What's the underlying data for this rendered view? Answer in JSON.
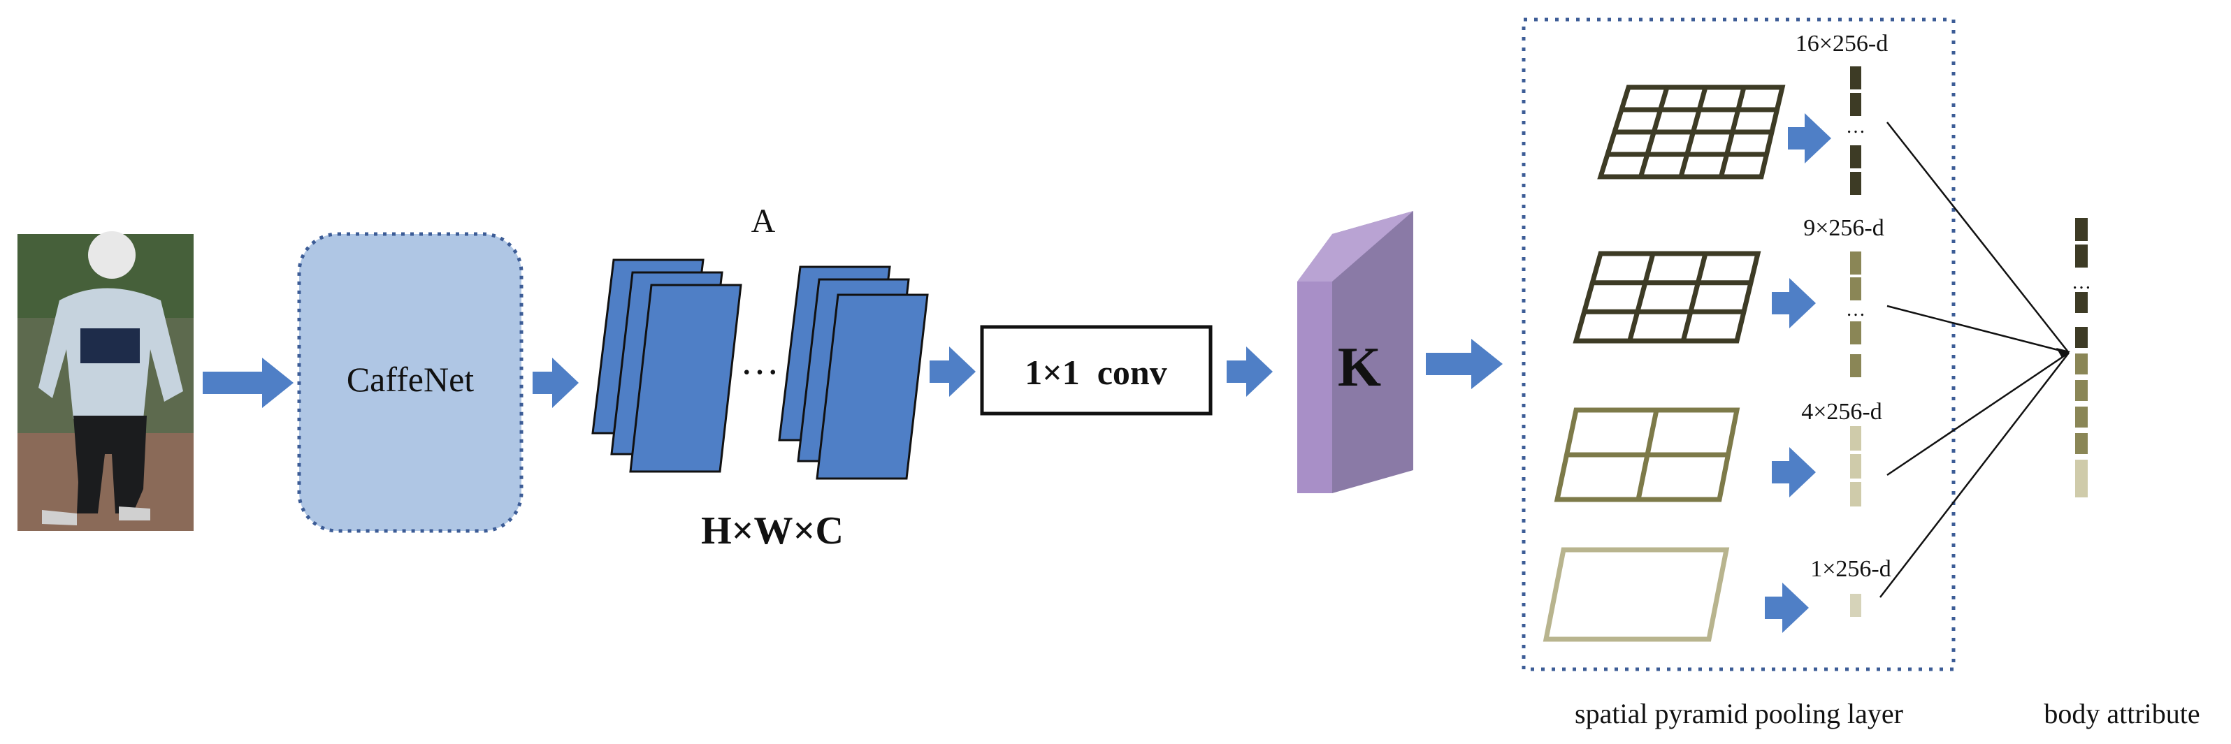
{
  "nodes": {
    "backbone": "CaffeNet",
    "feature_map_label": "A",
    "feature_map_dims": "H×W×C",
    "ellipsis": "…",
    "conv": "1×1  conv",
    "kernel": "K"
  },
  "spp": {
    "caption": "spatial pyramid pooling layer",
    "levels": [
      {
        "grid": [
          4,
          4
        ],
        "label": "16×256-d",
        "color": "#3d3b25"
      },
      {
        "grid": [
          3,
          3
        ],
        "label": "9×256-d",
        "color": "#3d3b25"
      },
      {
        "grid": [
          2,
          2
        ],
        "label": "4×256-d",
        "color": "#7d7a49"
      },
      {
        "grid": [
          1,
          1
        ],
        "label": "1×256-d",
        "color": "#b8b48e"
      }
    ],
    "vector_colors": [
      "#3d3b25",
      "#8a8656",
      "#cfcbaa",
      "#d6d3b9"
    ],
    "dots": "…"
  },
  "output": {
    "caption": "body attribute"
  },
  "colors": {
    "arrow": "#4f7fc6",
    "caffenet_fill": "#afc6e4",
    "caffenet_border": "#3c5c96",
    "feature_fill": "#4f7fc6",
    "kernel_front": "#a88fc7",
    "kernel_side": "#8a7aa6",
    "spp_border": "#3c5c96"
  }
}
